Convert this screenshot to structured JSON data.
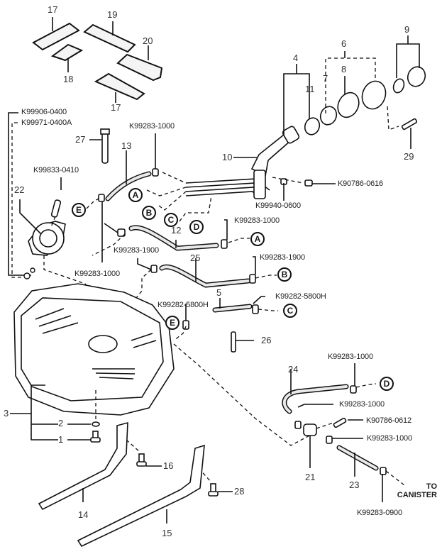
{
  "diagram": {
    "title": "Fuel tank exploded parts view",
    "part_numbers": {
      "p1": "1",
      "p2": "2",
      "p3": "3",
      "p4": "4",
      "p5": "5",
      "p6": "6",
      "p7": "7",
      "p8": "8",
      "p9": "9",
      "p10": "10",
      "p11": "11",
      "p12": "12",
      "p13": "13",
      "p14": "14",
      "p15": "15",
      "p16": "16",
      "p17a": "17",
      "p17b": "17",
      "p18": "18",
      "p19": "19",
      "p20": "20",
      "p21": "21",
      "p22": "22",
      "p23": "23",
      "p24": "24",
      "p25": "25",
      "p26": "26",
      "p27": "27",
      "p28": "28",
      "p29": "29"
    },
    "codes": {
      "k99906_0400": "K99906-0400",
      "k99971_0400a": "K99971-0400A",
      "k99833_0410": "K99833-0410",
      "k99283_1000_top": "K99283-1000",
      "k90786_0616": "K90786-0616",
      "k99940_0600": "K99940-0600",
      "k99283_1000_a": "K99283-1000",
      "k99283_1900_left": "K99283-1900",
      "k99283_1000_left": "K99283-1000",
      "k99283_1900_b": "K99283-1900",
      "k99282_5800h_left": "K99282-5800H",
      "k99282_5800h_c": "K99282-5800H",
      "k99283_1000_d": "K99283-1000",
      "k99283_1000_24": "K99283-1000",
      "k90786_0612": "K90786-0612",
      "k99283_1000_23": "K99283-1000",
      "k99283_0900": "K99283-0900"
    },
    "connectors": {
      "a1": "A",
      "b1": "B",
      "c1": "C",
      "d1": "D",
      "e1": "E",
      "a2": "A",
      "b2": "B",
      "c2": "C",
      "d2": "D",
      "e2": "E"
    },
    "canister_note": {
      "line1": "TO",
      "line2": "CANISTER"
    }
  }
}
